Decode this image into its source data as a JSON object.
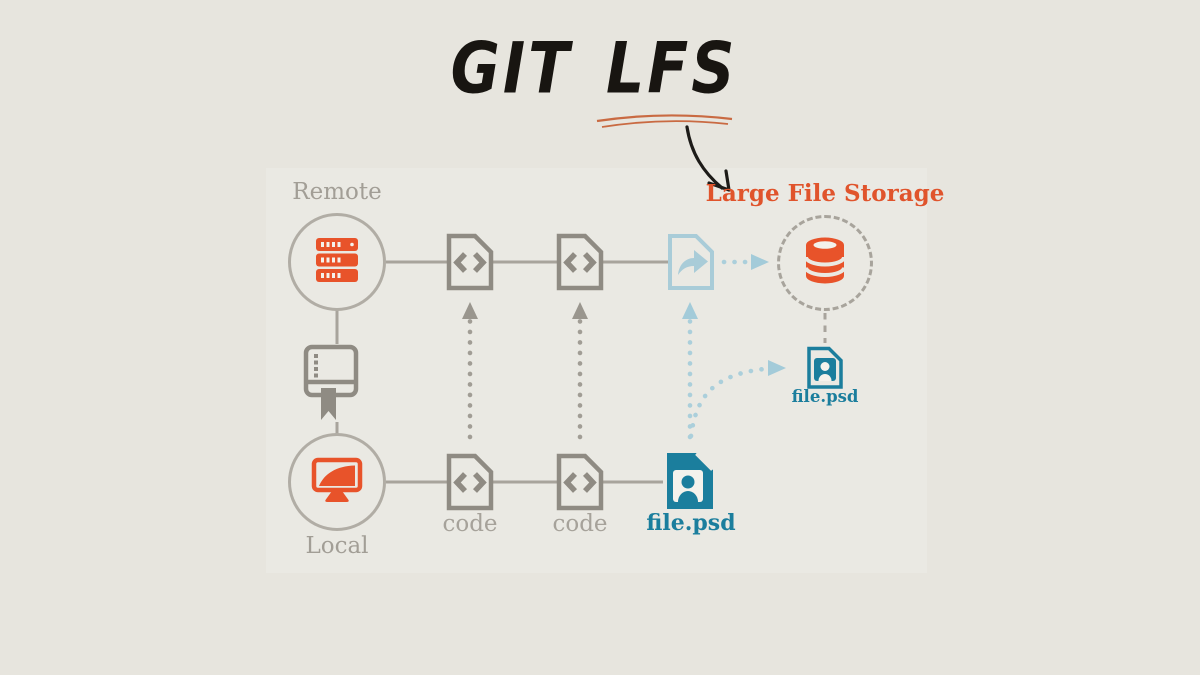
{
  "title": {
    "text": "GIT LFS"
  },
  "labels": {
    "remote": "Remote",
    "local": "Local",
    "code1": "code",
    "code2": "code",
    "file_psd": "file.psd",
    "file_psd_small": "file.psd",
    "large_file_storage": "Large File Storage"
  },
  "icons": {
    "server-icon": "remote git server (orange stacked servers)",
    "monitor-icon": "local machine (orange monitor)",
    "repo-book-icon": "git repository book with bookmark",
    "code-file-icon": "source code file (document with <> )",
    "pointer-file-icon": "LFS pointer file (document with share arrow)",
    "database-icon": "large file storage database (orange cylinder)",
    "psd-file-icon": "large binary image file (teal document with portrait)",
    "psd-file-small-icon": "stored binary file in LFS (small teal document)"
  },
  "colors": {
    "background_outer": "#e7e5de",
    "background_panel": "#eae9e3",
    "accent_orange": "#e8532a",
    "orange_text": "#e0542c",
    "teal": "#1b7e9d",
    "light_blue": "#a9ccd8",
    "gray_line": "#a8a49c",
    "gray_icon": "#8f8b83",
    "gray_text": "#a5a19a",
    "black": "#181511"
  }
}
